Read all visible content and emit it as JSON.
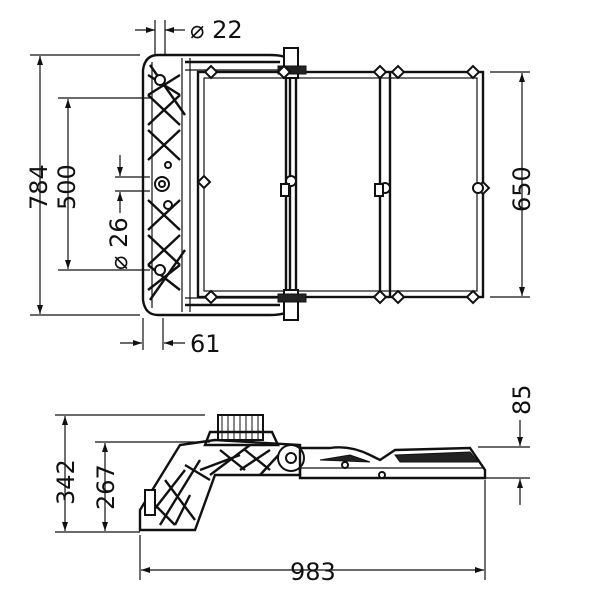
{
  "dimensions": {
    "hole_diameter_top": "⌀ 22",
    "hole_diameter_side": "⌀ 26",
    "overall_height": "784",
    "mount_spacing": "500",
    "panel_height": "650",
    "bracket_depth": "61",
    "side_height_total": "342",
    "side_height_body": "267",
    "panel_thickness": "85",
    "overall_length": "983"
  },
  "colors": {
    "line": "#111111",
    "background": "#ffffff"
  }
}
